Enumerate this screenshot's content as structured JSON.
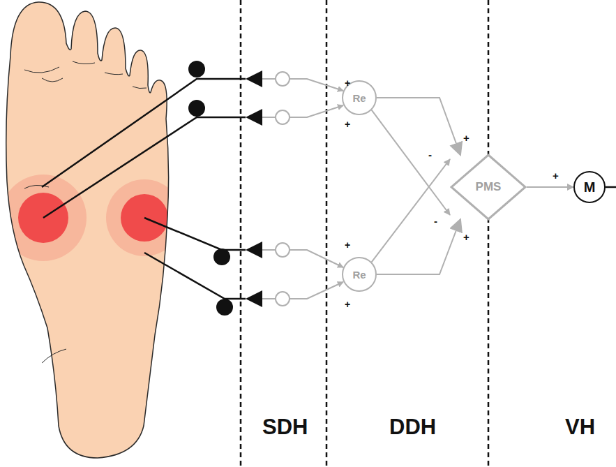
{
  "diagram": {
    "nodes": [
      {
        "text": [
          "Re"
        ]
      },
      {
        "text": [
          "Re"
        ]
      },
      {
        "text": [
          "PMS"
        ]
      },
      {
        "text": [
          "M"
        ]
      }
    ],
    "edges": [
      {
        "from": 0,
        "to": 2,
        "arrow": "to",
        "label": "+"
      },
      {
        "from": 0,
        "to": 2,
        "arrow": "to",
        "label": "-"
      },
      {
        "from": 1,
        "to": 2,
        "arrow": "to",
        "label": "-"
      },
      {
        "from": 1,
        "to": 2,
        "arrow": "to",
        "label": "+"
      },
      {
        "from": 2,
        "to": 3,
        "arrow": "to",
        "label": "+"
      }
    ],
    "labels": [
      "+",
      "+",
      "+",
      "+",
      "SDH",
      "DDH",
      "VH"
    ]
  }
}
